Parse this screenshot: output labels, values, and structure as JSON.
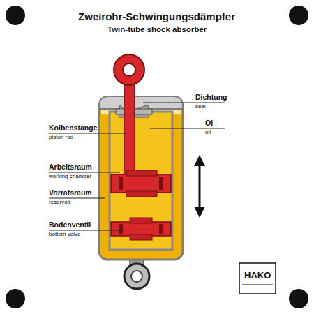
{
  "diagram": {
    "title": "Zweirohr-Schwingungsdämpfer",
    "labels": [
      "Twin-tube shock absorber",
      "Dichtung",
      "seal",
      "Öl",
      "oil",
      "Kolbenstange",
      "piston rod",
      "Arbeitsraum",
      "working chamber",
      "Vorratsraum",
      "reservoir",
      "Bodenventil",
      "bottom valve",
      "HAKO"
    ]
  }
}
